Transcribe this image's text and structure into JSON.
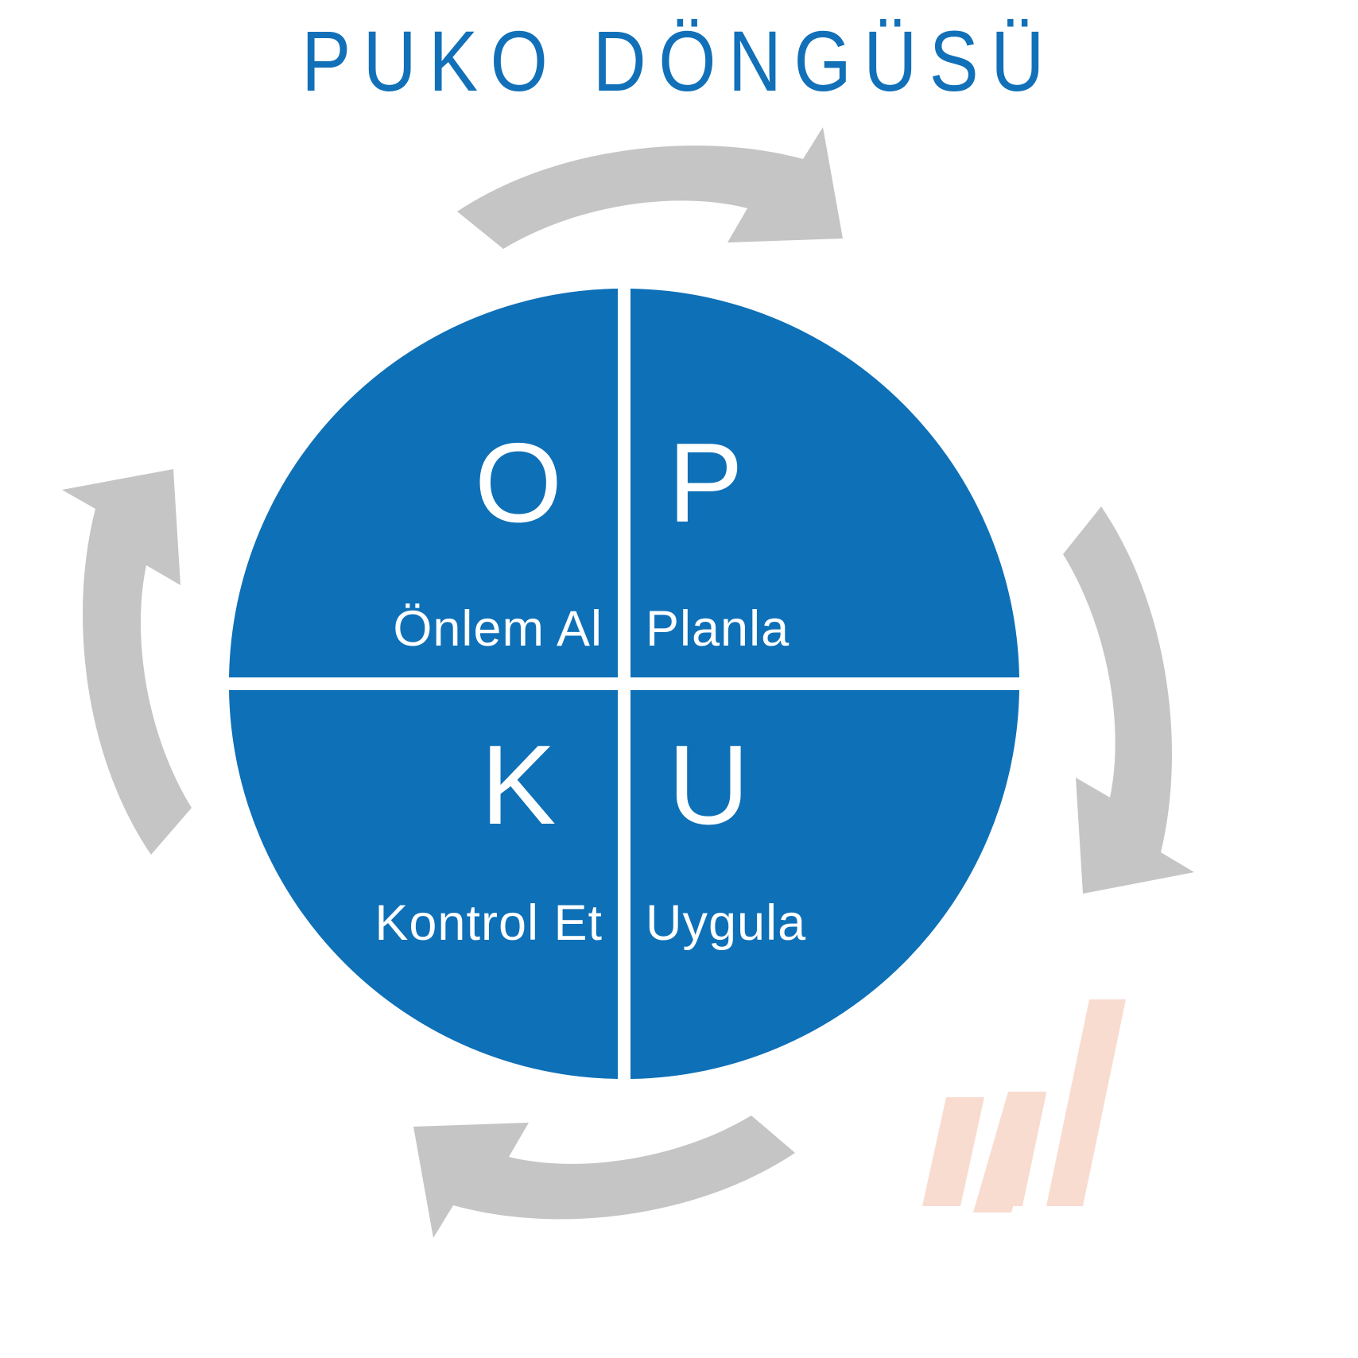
{
  "page": {
    "title": "PUKO DÖNGÜSÜ",
    "background_color": "#FFFFFF"
  },
  "colors": {
    "brand_blue": "#1170B8",
    "wheel_blue": "#0E70B7",
    "arrow_gray": "#C5C5C5",
    "label_white": "#FFFFFF",
    "watermark_peach": "#F9DCD0"
  },
  "wheel": {
    "name": "puko-cycle-wheel",
    "quadrants": [
      {
        "id": "onlem-al",
        "letter": "O",
        "label": "Önlem Al",
        "position": "top-left"
      },
      {
        "id": "planla",
        "letter": "P",
        "label": "Planla",
        "position": "top-right"
      },
      {
        "id": "kontrol-et",
        "letter": "K",
        "label": "Kontrol Et",
        "position": "bottom-left"
      },
      {
        "id": "uygula",
        "letter": "U",
        "label": "Uygula",
        "position": "bottom-right"
      }
    ]
  },
  "arrows": [
    {
      "id": "arrow-top",
      "direction": "right",
      "icon": "curved-arrow-right-icon"
    },
    {
      "id": "arrow-right",
      "direction": "down",
      "icon": "curved-arrow-down-icon"
    },
    {
      "id": "arrow-bottom",
      "direction": "left",
      "icon": "curved-arrow-left-icon"
    },
    {
      "id": "arrow-left",
      "direction": "up",
      "icon": "curved-arrow-up-icon"
    }
  ],
  "watermark": {
    "id": "corner-watermark-logo",
    "icon": "slanted-bars-logo-icon"
  },
  "chart_data": {
    "type": "pie",
    "title": "PUKO DÖNGÜSÜ",
    "categories": [
      "O",
      "P",
      "K",
      "U"
    ],
    "labels": [
      "Önlem Al",
      "Planla",
      "Kontrol Et",
      "Uygula"
    ],
    "values": [
      25,
      25,
      25,
      25
    ],
    "order": [
      "Planla",
      "Uygula",
      "Kontrol Et",
      "Önlem Al"
    ],
    "legend": "none",
    "grid": false,
    "annotations": [
      "clockwise cycle arrows between quadrants"
    ]
  }
}
